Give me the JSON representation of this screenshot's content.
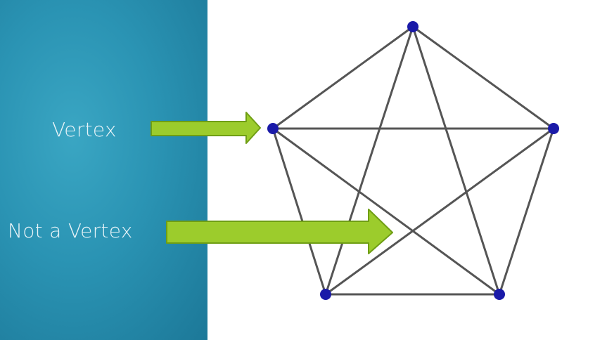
{
  "labels": {
    "vertex": "Vertex",
    "not_vertex": "Not a Vertex"
  },
  "colors": {
    "arrow_fill": "#9ccc2c",
    "arrow_stroke": "#6f9e14",
    "edge": "#555555",
    "vertex": "#1a1aa8",
    "panel": "#2a93b3"
  },
  "graph": {
    "vertices": [
      "v-top",
      "v-left",
      "v-right",
      "v-bottom-left",
      "v-bottom-right"
    ],
    "edges": [
      [
        "v-top",
        "v-left"
      ],
      [
        "v-top",
        "v-right"
      ],
      [
        "v-top",
        "v-bottom-left"
      ],
      [
        "v-top",
        "v-bottom-right"
      ],
      [
        "v-left",
        "v-right"
      ],
      [
        "v-left",
        "v-bottom-left"
      ],
      [
        "v-left",
        "v-bottom-right"
      ],
      [
        "v-right",
        "v-bottom-left"
      ],
      [
        "v-right",
        "v-bottom-right"
      ],
      [
        "v-bottom-left",
        "v-bottom-right"
      ]
    ]
  }
}
